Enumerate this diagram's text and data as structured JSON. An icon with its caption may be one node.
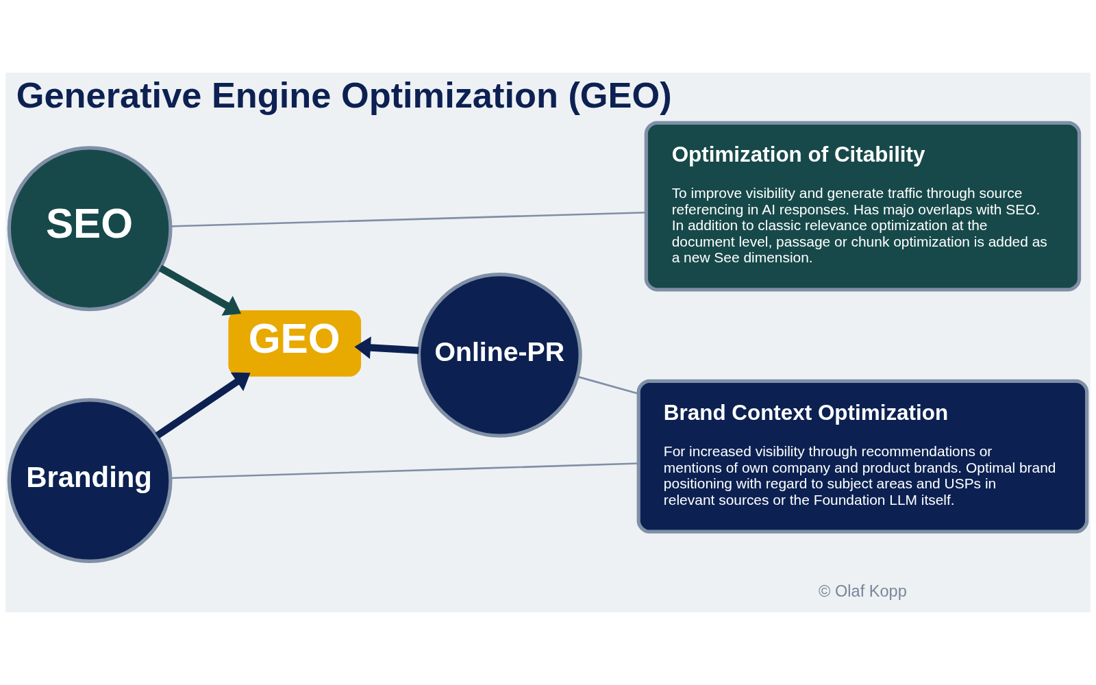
{
  "diagram": {
    "title": "Generative Engine Optimization (GEO)",
    "nodes": [
      {
        "text": [
          "SEO"
        ]
      },
      {
        "text": [
          "GEO"
        ]
      },
      {
        "text": [
          "Online-PR"
        ]
      },
      {
        "text": [
          "Branding"
        ]
      },
      {
        "text": [
          "Optimization of Citability",
          "To improve visibility and generate traffic through source referencing in AI responses. Has majo overlaps with SEO. In addition to classic relevance optimization at the document level, passage or chunk optimization is added as a new See dimension."
        ]
      },
      {
        "text": [
          "Brand Context Optimization",
          "For increased visibility through recommendations or mentions of own company and product brands. Optimal brand positioning with regard to subject areas and USPs in relevant sources or the Foundation LLM itself."
        ]
      }
    ],
    "edges": [
      {
        "from": 0,
        "to": 1,
        "arrow": "to",
        "style": "thick",
        "color": "#17494a"
      },
      {
        "from": 2,
        "to": 1,
        "arrow": "to",
        "style": "thick",
        "color": "#0c2152"
      },
      {
        "from": 3,
        "to": 1,
        "arrow": "to",
        "style": "thick",
        "color": "#0c2152"
      },
      {
        "from": 0,
        "to": 4,
        "arrow": "none",
        "color": "#7f8fa6"
      },
      {
        "from": 2,
        "to": 5,
        "arrow": "none",
        "color": "#7f8fa6"
      },
      {
        "from": 3,
        "to": 5,
        "arrow": "none",
        "color": "#7f8fa6"
      }
    ],
    "labels": [
      "© Olaf Kopp"
    ]
  }
}
